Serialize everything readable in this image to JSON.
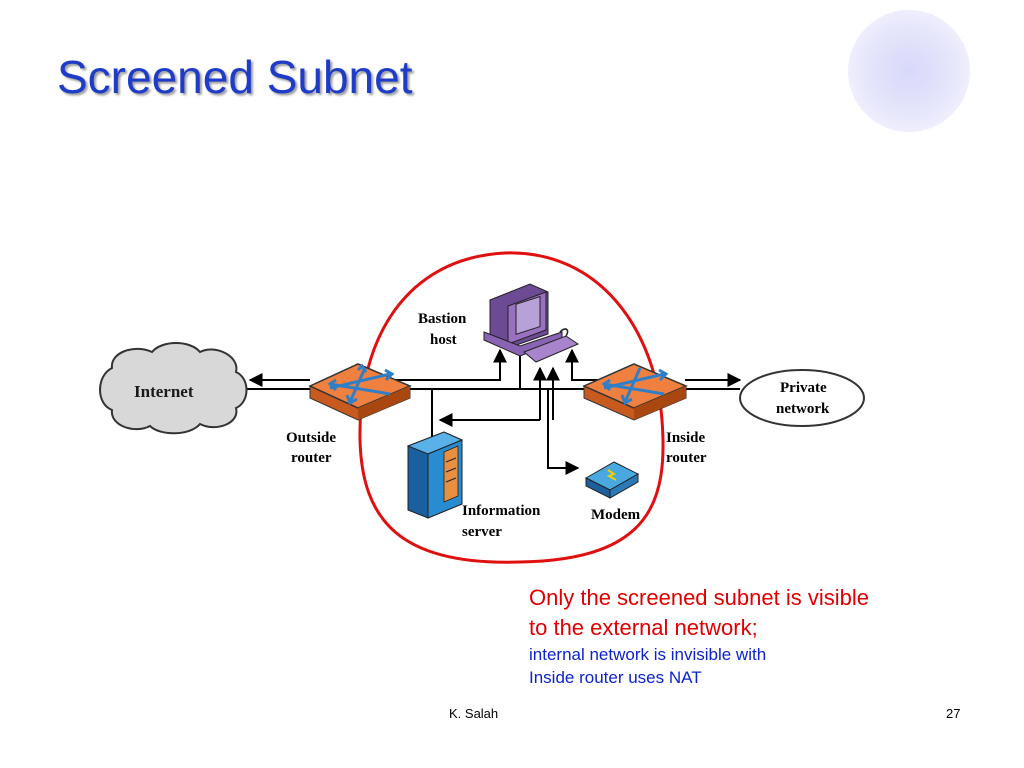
{
  "slide": {
    "title": "Screened Subnet",
    "author": "K. Salah",
    "page": "27"
  },
  "diagram": {
    "internet_label": "Internet",
    "private_label": [
      "Private",
      "network"
    ],
    "bastion_label": [
      "Bastion",
      "host"
    ],
    "outside_router_label": [
      "Outside",
      "router"
    ],
    "inside_router_label": [
      "Inside",
      "router"
    ],
    "info_server_label": [
      "Information",
      "server"
    ],
    "modem_label": "Modem"
  },
  "note": {
    "line1": "Only the screened subnet is visible",
    "line2": "to the external network;",
    "line3": "internal network is invisible with",
    "line4": "Inside router uses NAT"
  },
  "colors": {
    "title": "#1f3cc8",
    "screened_outline": "#e01010",
    "router_fill": "#f08040",
    "router_arrows": "#2f7ec8",
    "bastion_fill": "#9a70c0",
    "server_fill": "#2a8cd0",
    "cloud_fill": "#d8d8d8"
  }
}
